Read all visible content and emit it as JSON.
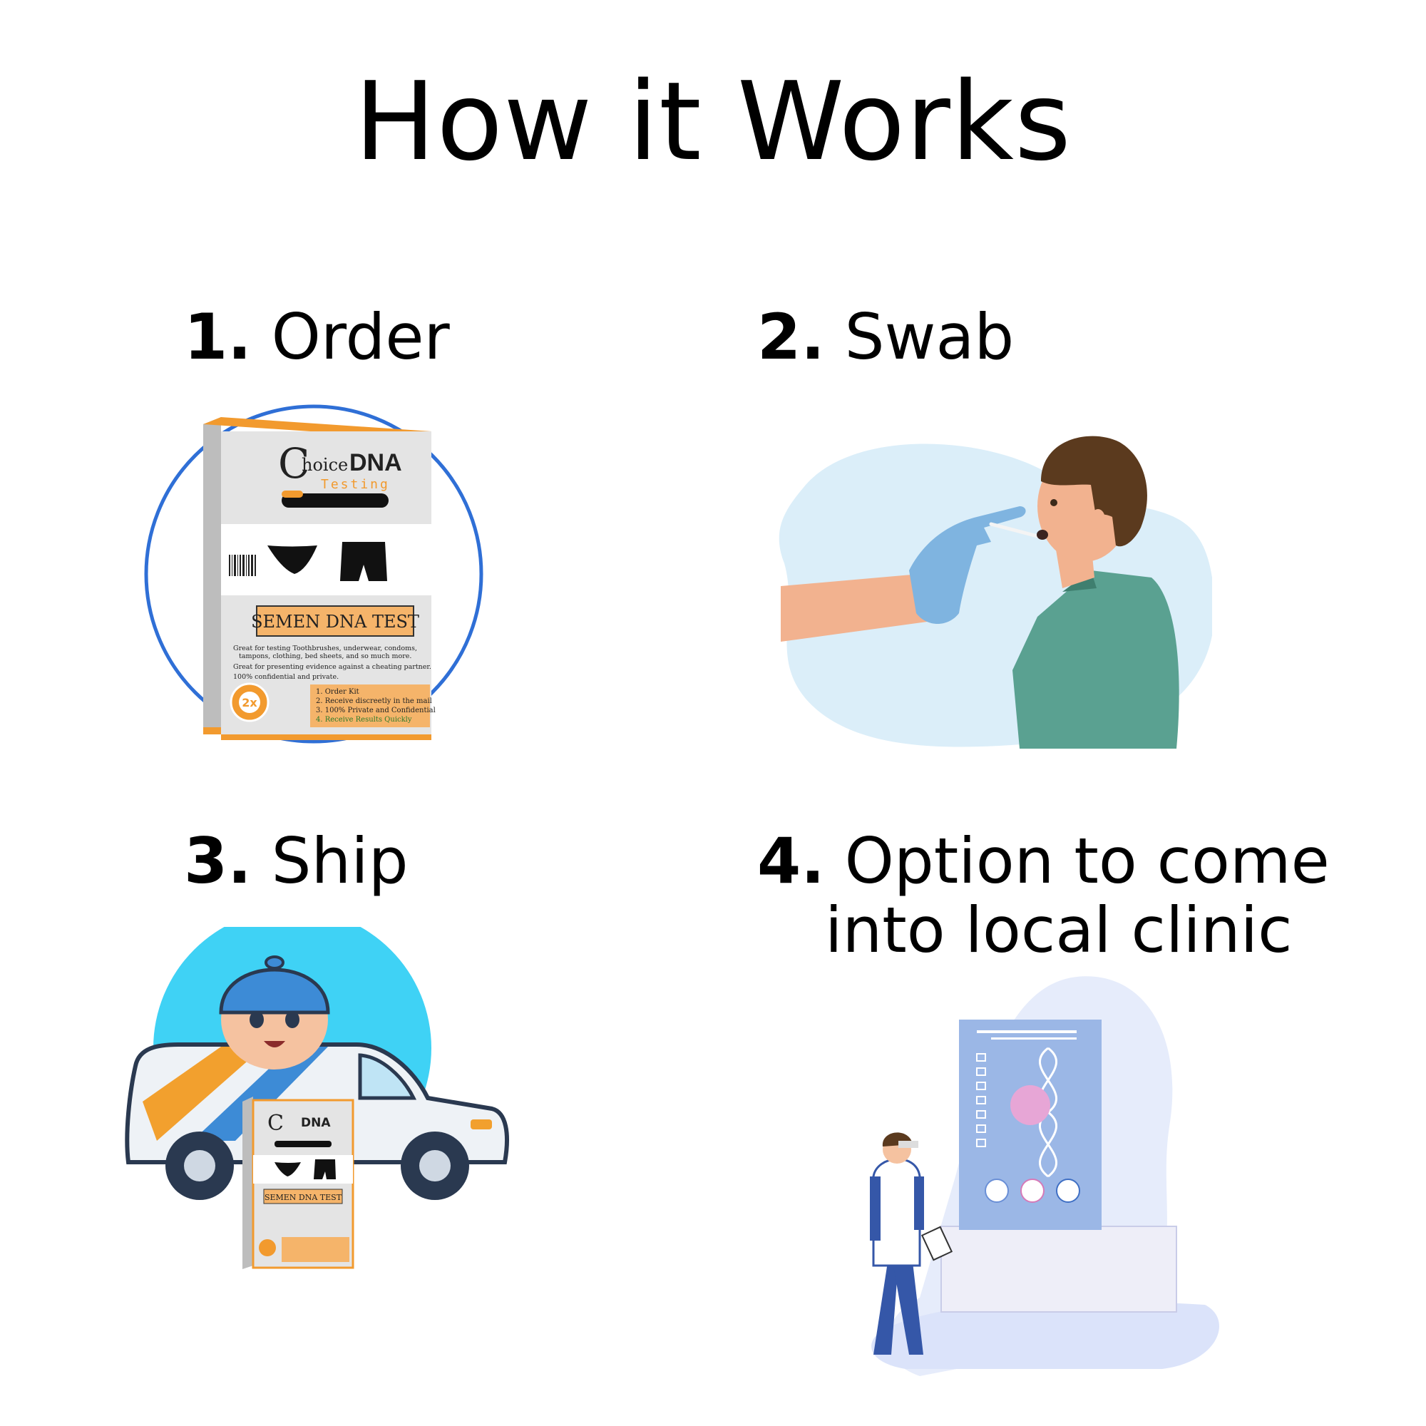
{
  "title": "How it Works",
  "steps": [
    {
      "number": "1.",
      "label": "Order"
    },
    {
      "number": "2.",
      "label": "Swab"
    },
    {
      "number": "3.",
      "label": "Ship"
    },
    {
      "number": "4.",
      "label_line1": "Option to come",
      "label_line2": "into local clinic"
    }
  ],
  "kit_box": {
    "brand_c": "C",
    "brand_hoice": "hoice",
    "brand_dna": "DNA",
    "brand_testing": "Testing",
    "test_name": "SEMEN DNA TEST",
    "bullets": [
      "Great for testing Toothbrushes, underwear, condoms,",
      "tampons, clothing, bed sheets, and so much more.",
      "Great for presenting evidence against a cheating partner.",
      "100% confidential and private."
    ],
    "badge": "2x",
    "steps": [
      "1. Order Kit",
      "2. Receive discreetly in the mail",
      "3. 100% Private and Confidential",
      "4. Receive Results Quickly"
    ]
  },
  "colors": {
    "orange": "#f29a2e",
    "blue_ring": "#2f6fd6",
    "swab_bg": "#dbeef9",
    "glove": "#7fb4e0",
    "shirt": "#5aa191",
    "hair": "#5b3a1e",
    "skin": "#f2b28f",
    "van_bg": "#3fd2f5",
    "clinic_bg": "#e6ecfb",
    "screen": "#9bb7e6"
  },
  "icons": [
    "underwear-brief-icon",
    "underwear-boxer-icon",
    "barcode-icon",
    "check-icon",
    "dna-helix-icon"
  ]
}
